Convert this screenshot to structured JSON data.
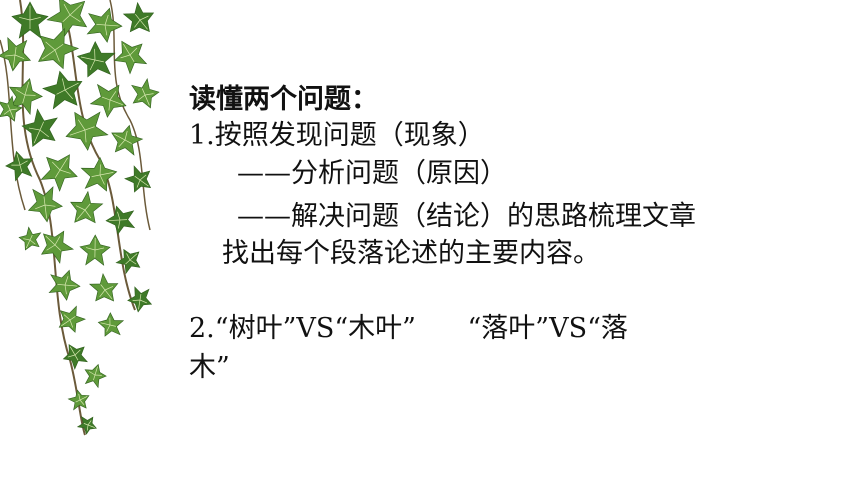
{
  "slide": {
    "heading": "读懂两个问题：",
    "item1": {
      "line1": "1.按照发现问题（现象）",
      "line2": "——分析问题（原因）",
      "line3": "——解决问题（结论）的思路梳理文章",
      "line4": "找出每个段落论述的主要内容。"
    },
    "item2": {
      "line1": "2.“树叶”VS“木叶”      “落叶”VS“落",
      "line2": "木”"
    }
  },
  "decoration": {
    "vine_icon": "ivy-vine-icon",
    "leaf_color": "#5f9a3a",
    "leaf_dark": "#3f7a28",
    "stem_color": "#6b5a3a"
  }
}
